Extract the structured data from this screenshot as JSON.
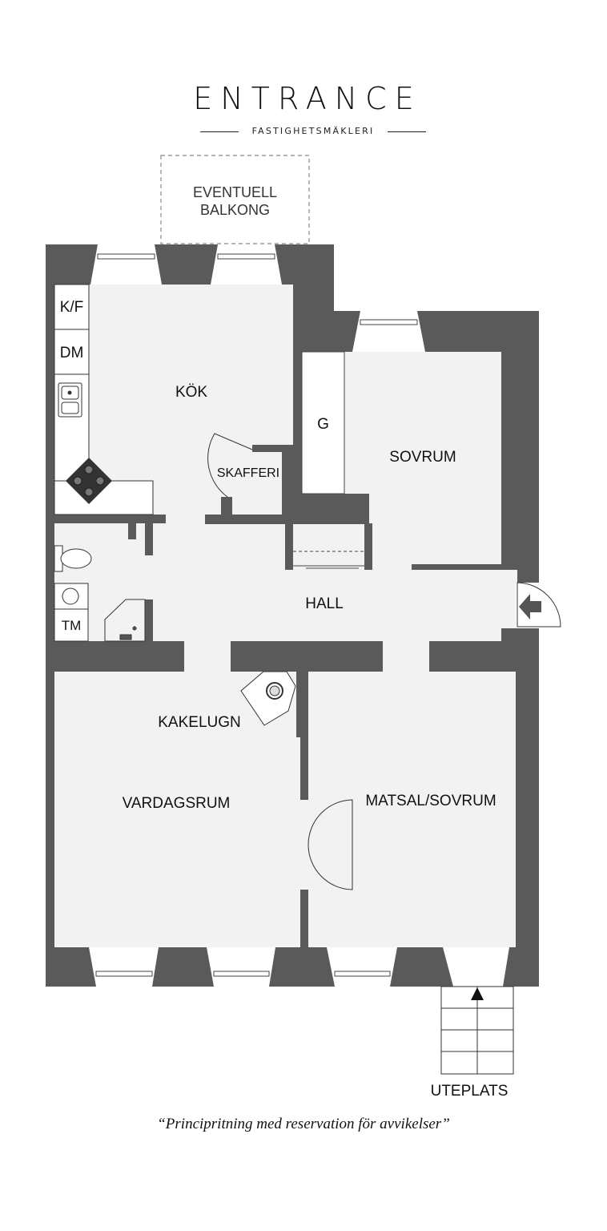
{
  "brand": {
    "name": "ENTRANCE",
    "subtitle": "FASTIGHETSMÄKLERI"
  },
  "labels": {
    "balcony_line1": "EVENTUELL",
    "balcony_line2": "BALKONG",
    "kitchen": "KÖK",
    "pantry": "SKAFFERI",
    "bedroom": "SOVRUM",
    "wardrobe": "G",
    "fridge_freezer": "K/F",
    "dishwasher": "DM",
    "washing_machine": "TM",
    "hall": "HALL",
    "tiled_stove": "KAKELUGN",
    "living_room": "VARDAGSRUM",
    "dining_bedroom": "MATSAL/SOVRUM",
    "patio": "UTEPLATS"
  },
  "disclaimer": "“Principritning med reservation för avvikelser”",
  "colors": {
    "wall": "#5a5a5a",
    "floor": "#f2f2f2",
    "background": "#ffffff",
    "line": "#222222",
    "dashed": "#888888"
  }
}
